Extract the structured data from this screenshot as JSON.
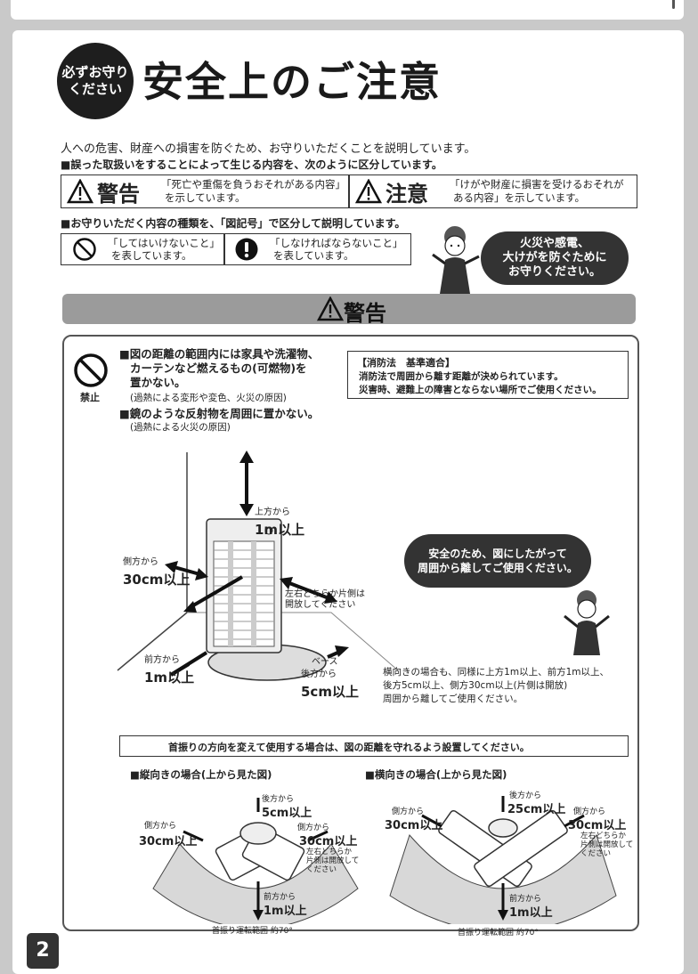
{
  "header": {
    "badge_line1": "必ずお守り",
    "badge_line2": "ください",
    "title": "安全上のご注意"
  },
  "intro": {
    "line1": "人への危害、財産への損害を防ぐため、お守りいただくことを説明しています。",
    "line2": "■誤った取扱いをすることによって生じる内容を、次のように区分しています。",
    "line3": "■お守りいただく内容の種類を、「図記号」で区分して説明しています。"
  },
  "levels": {
    "warning_label": "警告",
    "warning_desc1": "「死亡や重傷を負うおそれがある内容」",
    "warning_desc2": "を示しています。",
    "caution_label": "注意",
    "caution_desc1": "「けがや財産に損害を受けるおそれが",
    "caution_desc2": "ある内容」を示しています。"
  },
  "symbols": {
    "prohibit_desc1": "「してはいけないこと」",
    "prohibit_desc2": "を表しています。",
    "mandatory_desc1": "「しなければならないこと」",
    "mandatory_desc2": "を表しています。"
  },
  "speech1": {
    "line1": "火災や感電、",
    "line2": "大けがを防ぐために",
    "line3": "お守りください。"
  },
  "warning_section": {
    "title": "警告",
    "prohibit_label": "禁止",
    "item1_line1": "■図の距離の範囲内には家具や洗濯物、",
    "item1_line2": "カーテンなど燃えるもの(可燃物)を",
    "item1_line3": "置かない。",
    "item1_note": "(過熱による変形や変色、火災の原因)",
    "item2": "■鏡のような反射物を周囲に置かない。",
    "item2_note": "(過熱による火災の原因)",
    "law_title": "【消防法　基準適合】",
    "law_line1": "消防法で周囲から離す距離が決められています。",
    "law_line2": "災害時、避難上の障害とならない場所でご使用ください。"
  },
  "diagram": {
    "top_small": "上方から",
    "top_big": "1m以上",
    "side_small": "側方から",
    "side_big": "30cm以上",
    "open_line1": "左右どちらか片側は",
    "open_line2": "開放してください",
    "front_small": "前方から",
    "front_big": "1m以上",
    "base_small": "ベース",
    "back_small": "後方から",
    "back_big": "5cm以上"
  },
  "speech2": {
    "line1": "安全のため、図にしたがって",
    "line2": "周囲から離してご使用ください。"
  },
  "landscape_note": {
    "line1": "横向きの場合も、同様に上方1m以上、前方1m以上、",
    "line2": "後方5cm以上、側方30cm以上(片側は開放)",
    "line3": "周囲から離してご使用ください。"
  },
  "swing": {
    "banner": "首振りの方向を変えて使用する場合は、図の距離を守れるよう設置してください。",
    "vertical_title": "■縦向きの場合(上から見た図)",
    "horizontal_title": "■横向きの場合(上から見た図)",
    "v_back_small": "後方から",
    "v_back_big": "5cm以上",
    "v_side_small": "側方から",
    "v_side_big": "30cm以上",
    "v_right_side_small": "側方から",
    "v_right_side_big": "30cm以上",
    "v_right_open1": "左右どちらか",
    "v_right_open2": "片側は開放して",
    "v_right_open3": "ください",
    "v_front_small": "前方から",
    "v_front_big": "1m以上",
    "v_range": "首振り運転範囲 約70°",
    "h_back_small": "後方から",
    "h_back_big": "25cm以上",
    "h_side_small": "側方から",
    "h_side_big": "30cm以上",
    "h_right_side_small": "側方から",
    "h_right_side_big": "30cm以上",
    "h_right_open1": "左右どちらか",
    "h_right_open2": "片側は開放して",
    "h_right_open3": "ください",
    "h_front_small": "前方から",
    "h_front_big": "1m以上",
    "h_range": "首振り運転範囲 約70°"
  },
  "footer": {
    "page_number": "2"
  },
  "colors": {
    "background": "#c9c9c9",
    "badge": "#1e1e1e",
    "bar": "#9b9b9b",
    "cloud": "#333333"
  }
}
